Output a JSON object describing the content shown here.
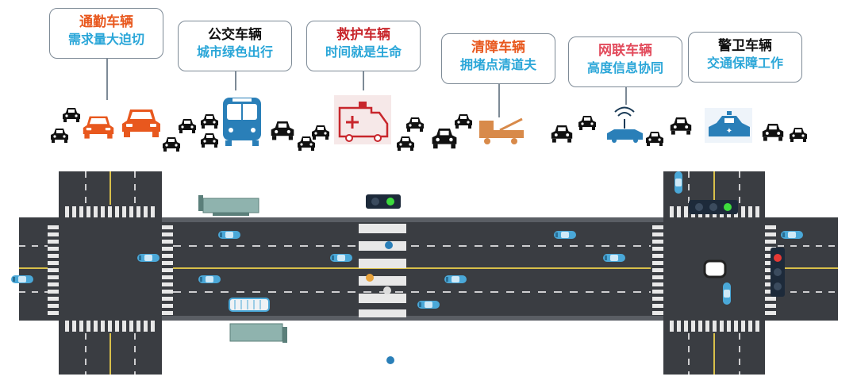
{
  "categories": [
    {
      "title": "通勤车辆",
      "subtitle": "需求量大迫切",
      "title_color": "#e8581e"
    },
    {
      "title": "公交车辆",
      "subtitle": "城市绿色出行",
      "title_color": "#111111"
    },
    {
      "title": "救护车辆",
      "subtitle": "时间就是生命",
      "title_color": "#c8262c"
    },
    {
      "title": "清障车辆",
      "subtitle": "拥堵点清道夫",
      "title_color": "#e8581e"
    },
    {
      "title": "网联车辆",
      "subtitle": "高度信息协同",
      "title_color": "#e24b5c"
    },
    {
      "title": "警卫车辆",
      "subtitle": "交通保障工作",
      "title_color": "#111111"
    }
  ],
  "icons": {
    "commuter": "orange-car-icon",
    "bus": "bus-icon",
    "ambulance": "ambulance-icon",
    "tow": "tow-truck-icon",
    "connected": "connected-car-icon",
    "police": "police-car-icon",
    "generic": "black-car-icon"
  },
  "colors": {
    "road": "#3a3d42",
    "vehicle_blue": "#4aa8d8",
    "accent_orange": "#e8581e",
    "subtitle_blue": "#2aa6d8",
    "signal_green": "#3ddc3d",
    "signal_red": "#e53935"
  },
  "signals": {
    "left_signal": "green",
    "right_horizontal_signal": "green",
    "right_vertical_signal": "red"
  }
}
